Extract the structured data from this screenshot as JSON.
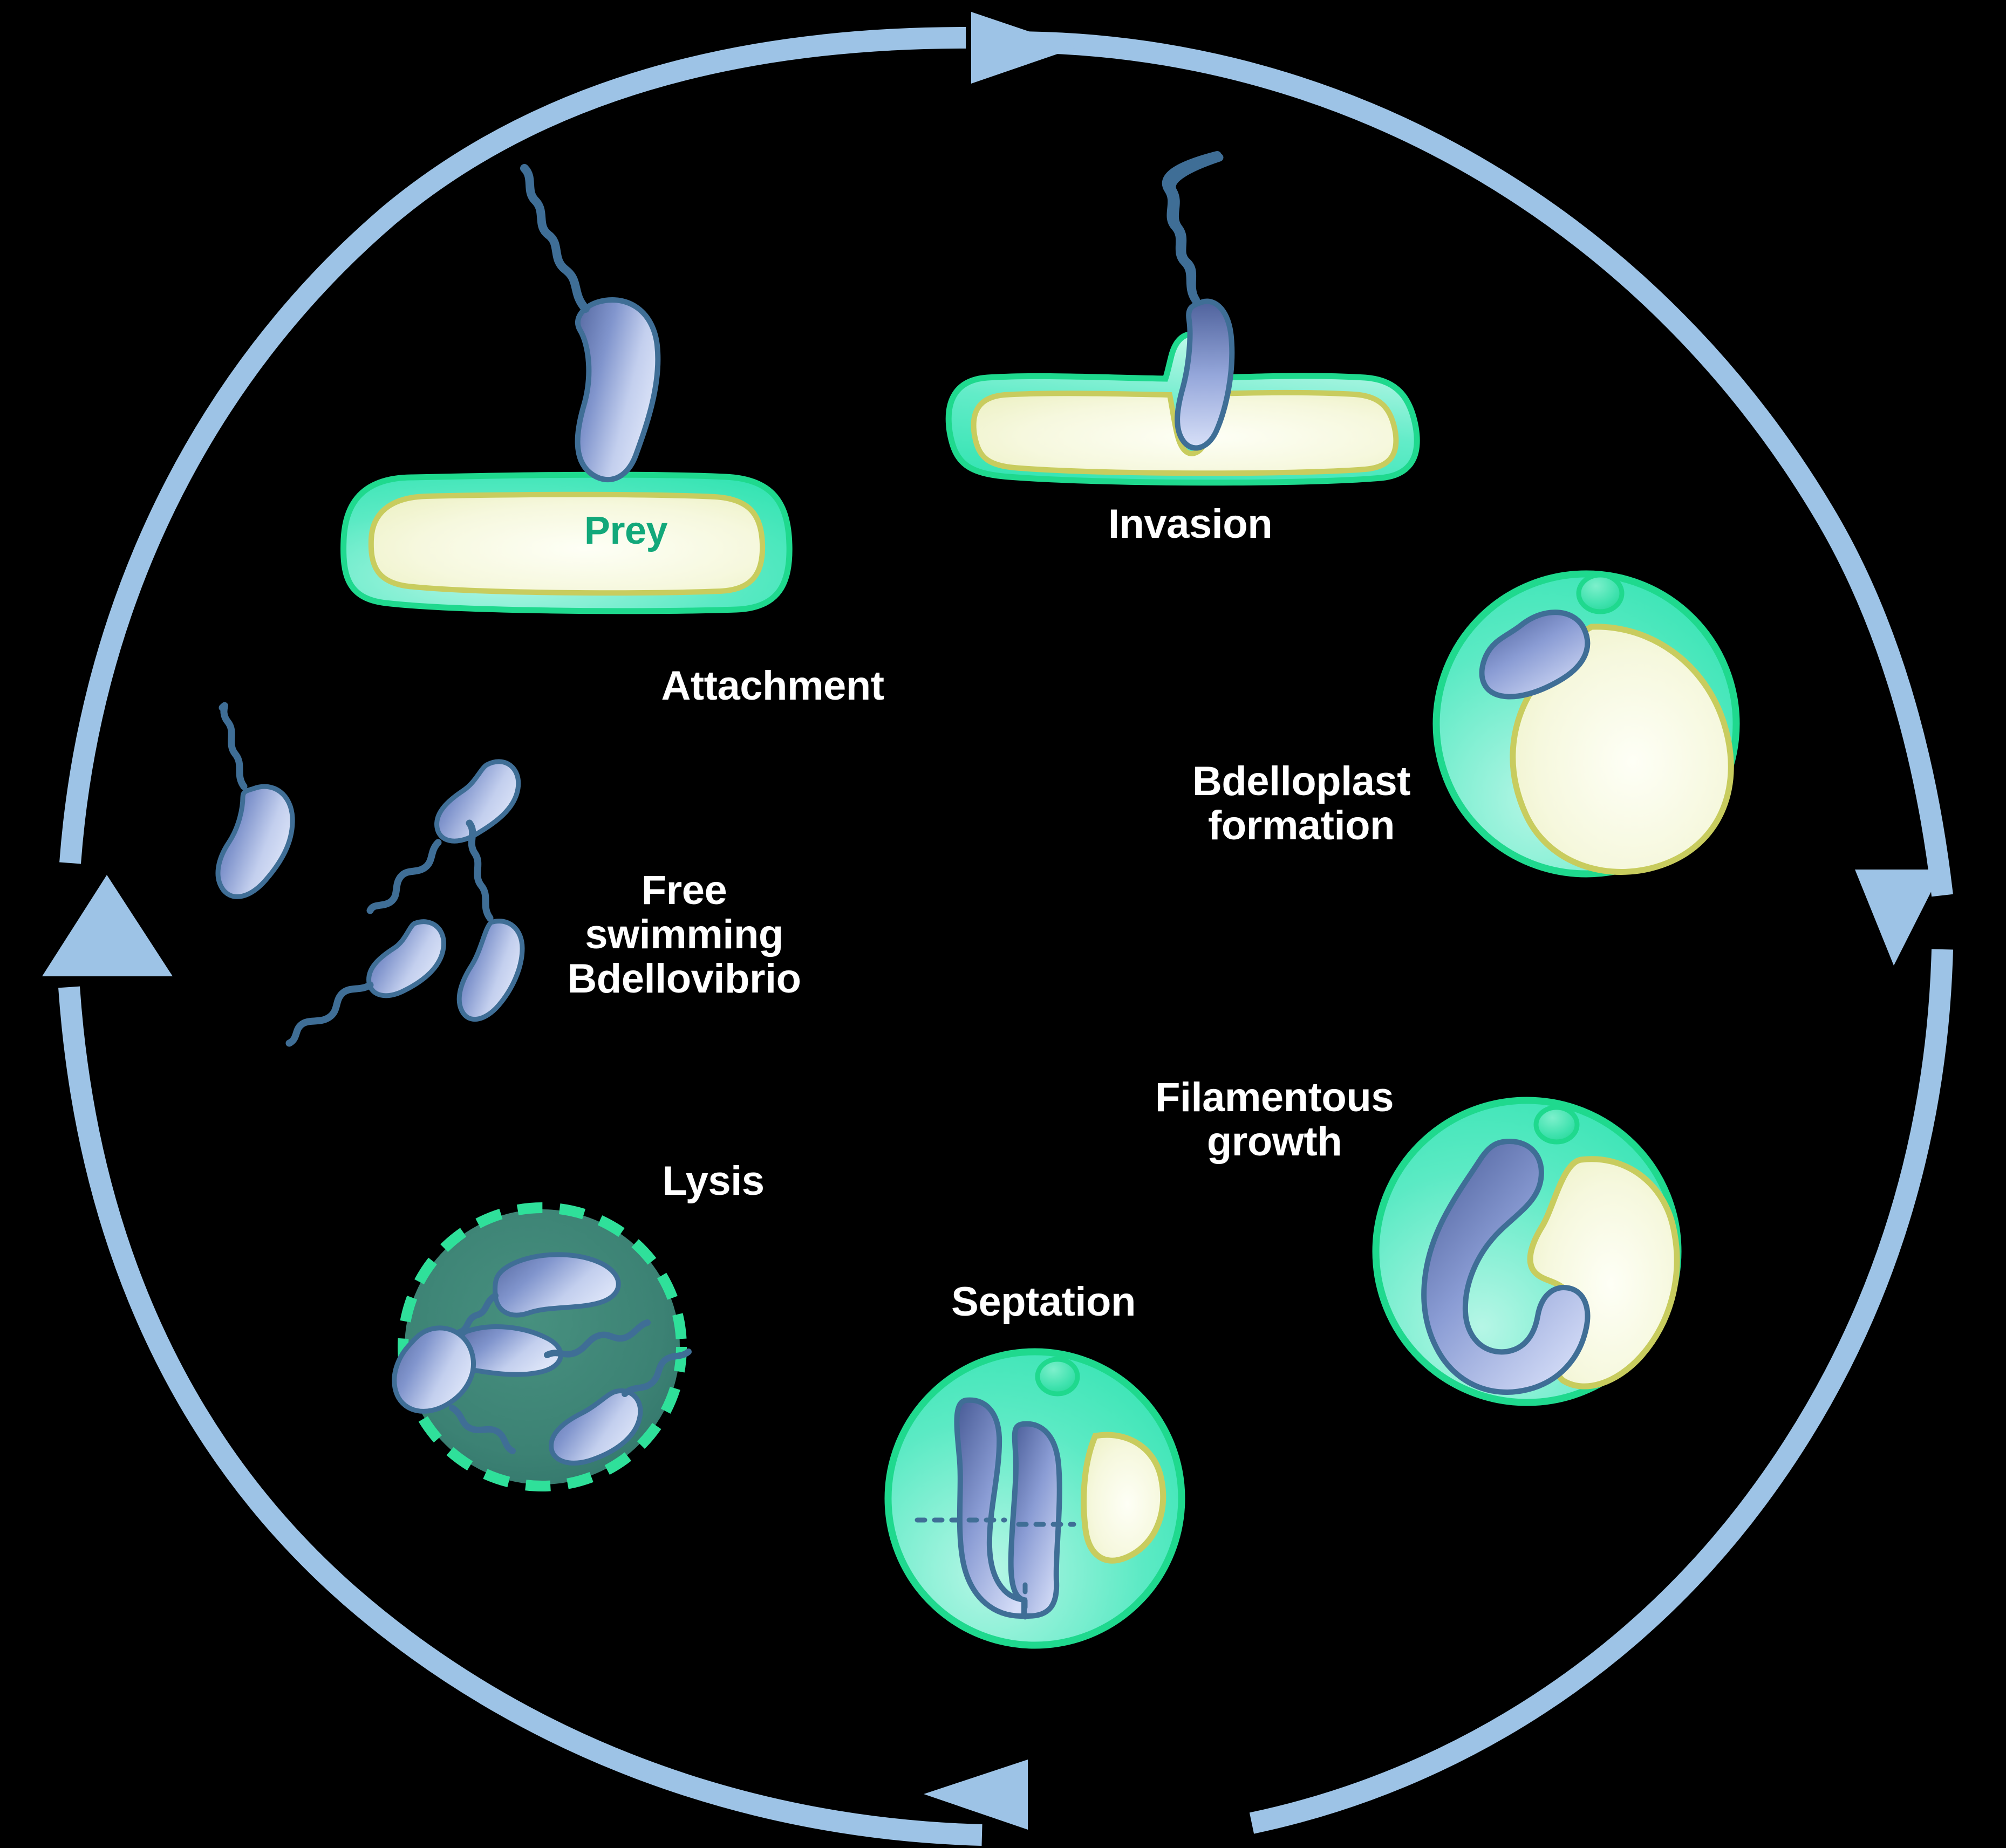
{
  "diagram": {
    "title": "Bdellovibrio predatory life cycle",
    "background_color": "#000000",
    "cycle_direction": "clockwise",
    "arrow_color": "#9DC3E6"
  },
  "palette": {
    "background": "#000000",
    "arrow_blue": "#9DC3E6",
    "prey_envelope_stroke": "#1FD98E",
    "prey_envelope_fill_dark": "#2FE3B0",
    "prey_envelope_fill_light": "#AFF5E4",
    "prey_inner_stroke": "#C8CC5E",
    "prey_cytoplasm_dark": "#EEF2C8",
    "prey_cytoplasm_light": "#FDFEF0",
    "bdellovibrio_stroke": "#3F6E96",
    "bdellovibrio_fill_dark": "#5B6FB5",
    "bdellovibrio_fill_light": "#D2DCF5",
    "lysis_interior": "#3A7F72",
    "lysis_dash": "#2FE09A",
    "prey_text": "#12A87A",
    "stage_text": "#FFFFFF"
  },
  "labels": {
    "prey": "Prey",
    "attachment": "Attachment",
    "invasion": "Invasion",
    "bdelloplast_formation": "Bdelloplast\nformation",
    "filamentous_growth": "Filamentous\ngrowth",
    "septation": "Septation",
    "lysis": "Lysis",
    "free_swimming": "Free\nswimming\nBdellovibrio"
  },
  "stages": [
    {
      "id": "attachment",
      "label": "Attachment",
      "order": 1,
      "description": "Flagellated Bdellovibrio attaches to the surface of a rod-shaped prey cell"
    },
    {
      "id": "invasion",
      "label": "Invasion",
      "order": 2,
      "description": "Bdellovibrio penetrates the prey envelope, entering the periplasm"
    },
    {
      "id": "bdelloplast-formation",
      "label": "Bdelloplast formation",
      "order": 3,
      "description": "Prey cell rounds up into a bdelloplast with a pore scar; predator sits in periplasm"
    },
    {
      "id": "filamentous-growth",
      "label": "Filamentous growth",
      "order": 4,
      "description": "Bdellovibrio elongates into a long filament while consuming prey cytoplasm"
    },
    {
      "id": "septation",
      "label": "Septation",
      "order": 5,
      "description": "Filament divides by septation into multiple progeny cells"
    },
    {
      "id": "lysis",
      "label": "Lysis",
      "order": 6,
      "description": "Bdelloplast envelope breaks open releasing flagellated progeny"
    },
    {
      "id": "free-swimming",
      "label": "Free swimming Bdellovibrio",
      "order": 7,
      "description": "Free-swimming attack-phase Bdellovibrio search for new prey"
    }
  ],
  "arrows": [
    {
      "id": "arrow-top",
      "position": "top",
      "direction": "right"
    },
    {
      "id": "arrow-right",
      "position": "right",
      "direction": "down"
    },
    {
      "id": "arrow-bottom",
      "position": "bottom",
      "direction": "left"
    },
    {
      "id": "arrow-left",
      "position": "left",
      "direction": "up"
    }
  ],
  "counts": {
    "free_swimming_cells": 4,
    "lysis_progeny_cells": 4,
    "septation_segments": 4
  }
}
